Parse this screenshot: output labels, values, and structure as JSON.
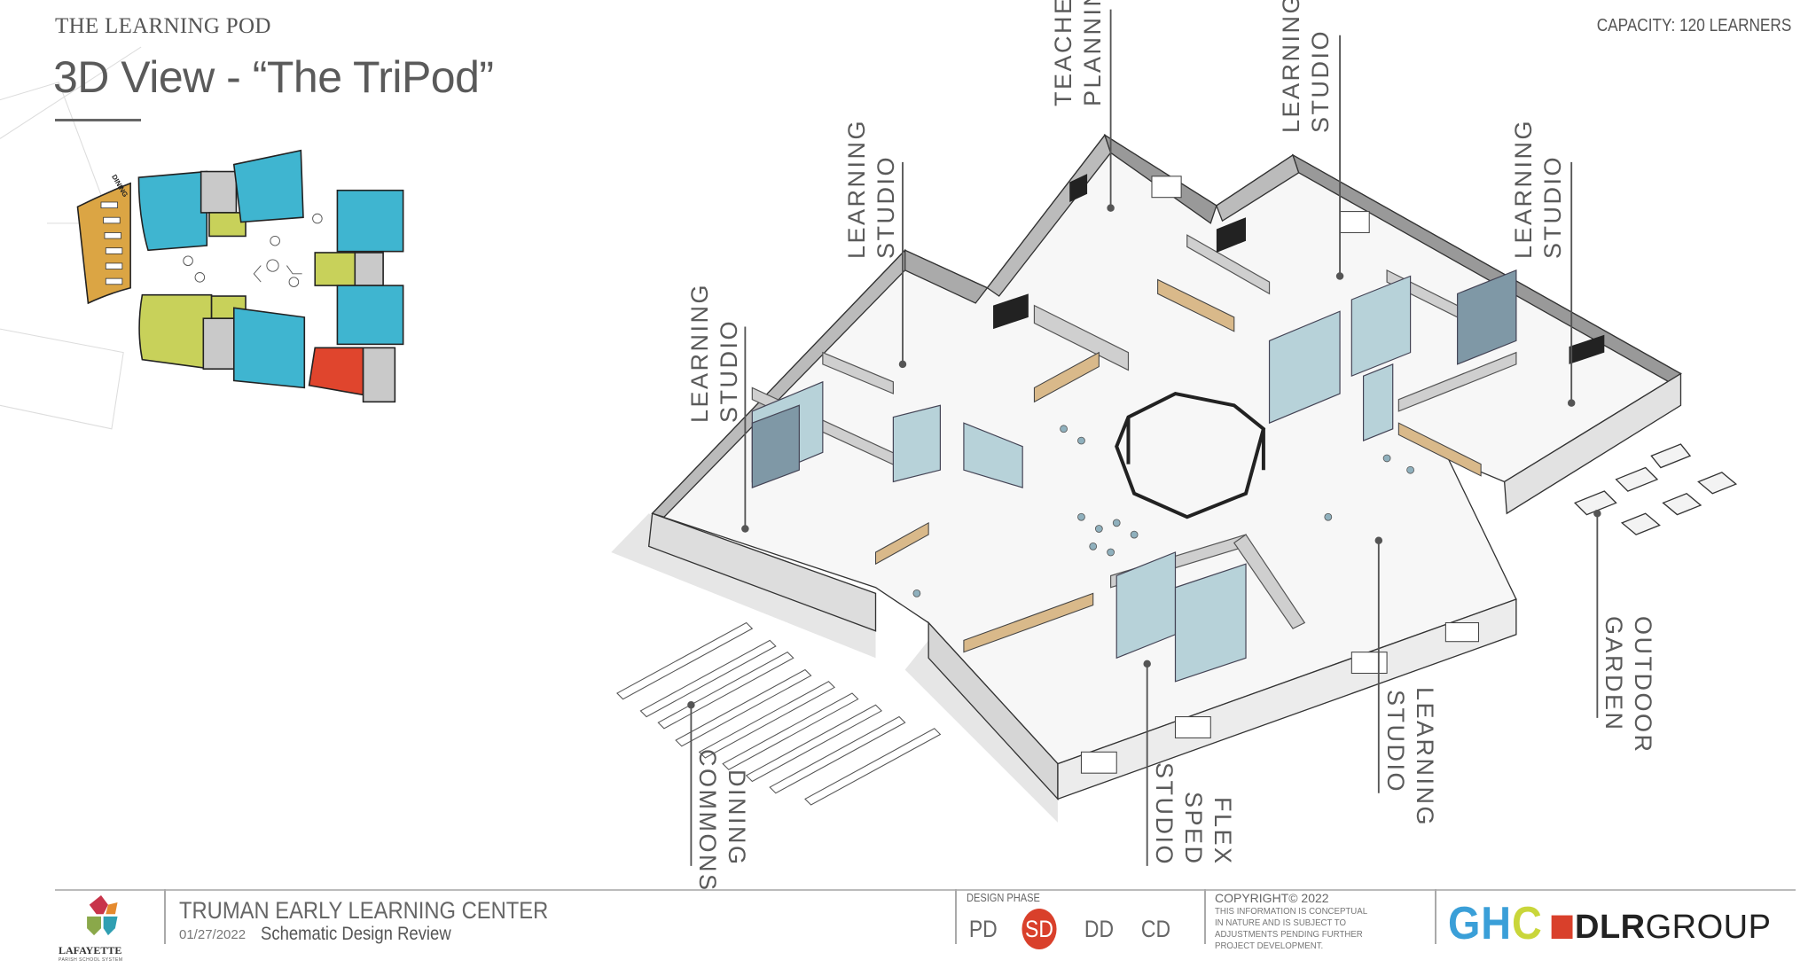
{
  "header": {
    "kicker": "THE LEARNING POD",
    "title": "3D View - “The TriPod”",
    "capacity": "CAPACITY: 120 LEARNERS"
  },
  "plan": {
    "dining_label": "DINING",
    "colors": {
      "studio": "#3fb5d0",
      "support": "#c8d15a",
      "dining": "#dba544",
      "flex": "#e0452d",
      "core": "#c9c9c9"
    }
  },
  "labels": [
    {
      "line1": "TEACHER",
      "line2": "PLANNING"
    },
    {
      "line1": "LEARNING",
      "line2": "STUDIO"
    },
    {
      "line1": "LEARNING",
      "line2": "STUDIO"
    },
    {
      "line1": "LEARNING",
      "line2": "STUDIO"
    },
    {
      "line1": "LEARNING",
      "line2": "STUDIO"
    },
    {
      "line1": "DINING",
      "line2": "COMMONS"
    },
    {
      "line1": "FLEX SPED",
      "line2": "STUDIO"
    },
    {
      "line1": "LEARNING",
      "line2": "STUDIO"
    },
    {
      "line1": "OUTDOOR",
      "line2": "GARDEN"
    }
  ],
  "footer": {
    "org_logo_text": "LAFAYETTE",
    "org_logo_sub": "PARISH SCHOOL SYSTEM",
    "project": "TRUMAN EARLY LEARNING CENTER",
    "date": "01/27/2022",
    "subtitle": "Schematic Design Review",
    "design_phase_label": "DESIGN PHASE",
    "phases": [
      "PD",
      "SD",
      "DD",
      "CD"
    ],
    "active_phase": "SD",
    "active_color": "#d9402b",
    "copyright": "COPYRIGHT© 2022",
    "disclaimer": "THIS INFORMATION IS CONCEPTUAL IN NATURE AND IS SUBJECT TO ADJUSTMENTS PENDING FURTHER PROJECT DEVELOPMENT.",
    "partner_logo_1": "GHC",
    "partner_logo_2_bold": "DLR",
    "partner_logo_2_rest": "GROUP"
  }
}
